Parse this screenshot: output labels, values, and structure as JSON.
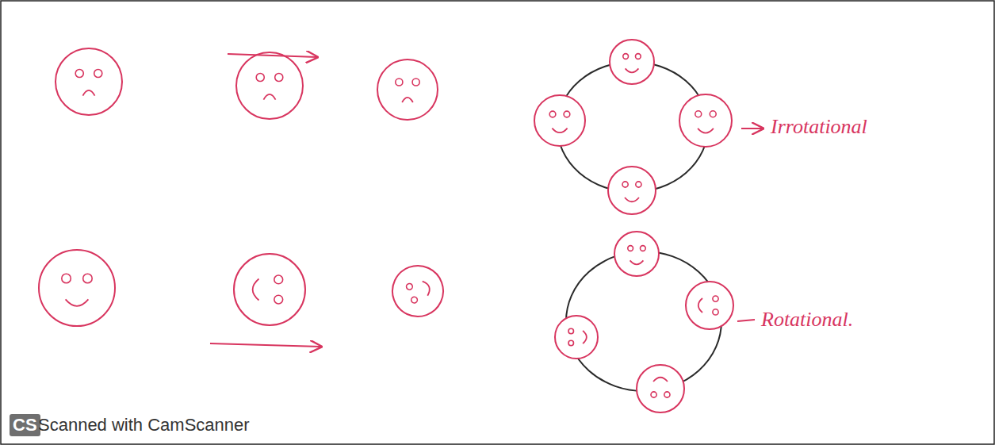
{
  "diagram": {
    "labels": [
      "Irrotational",
      "Rotational.",
      "CS",
      "Scanned with CamScanner"
    ]
  }
}
